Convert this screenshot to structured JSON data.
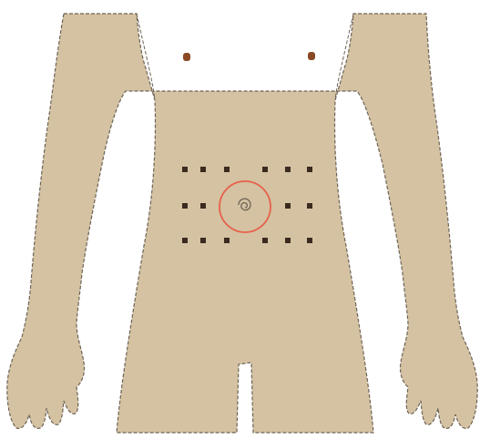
{
  "figure": {
    "subject": "torso-front-view",
    "colors": {
      "background": "#ffffff",
      "skin": "#d4c2a2",
      "outline": "#6e6356",
      "nipple": "#8a4a24",
      "injection_site": "#3a2a1f",
      "navel": "#6e6356",
      "navel_exclusion_ring": "#e8604a"
    },
    "injection_grid": {
      "rows": 3,
      "left_column_dots": 3,
      "right_column_dots": 3,
      "middle_row_dots_per_side": 2
    },
    "navel_marker": "circle-around-navel"
  }
}
